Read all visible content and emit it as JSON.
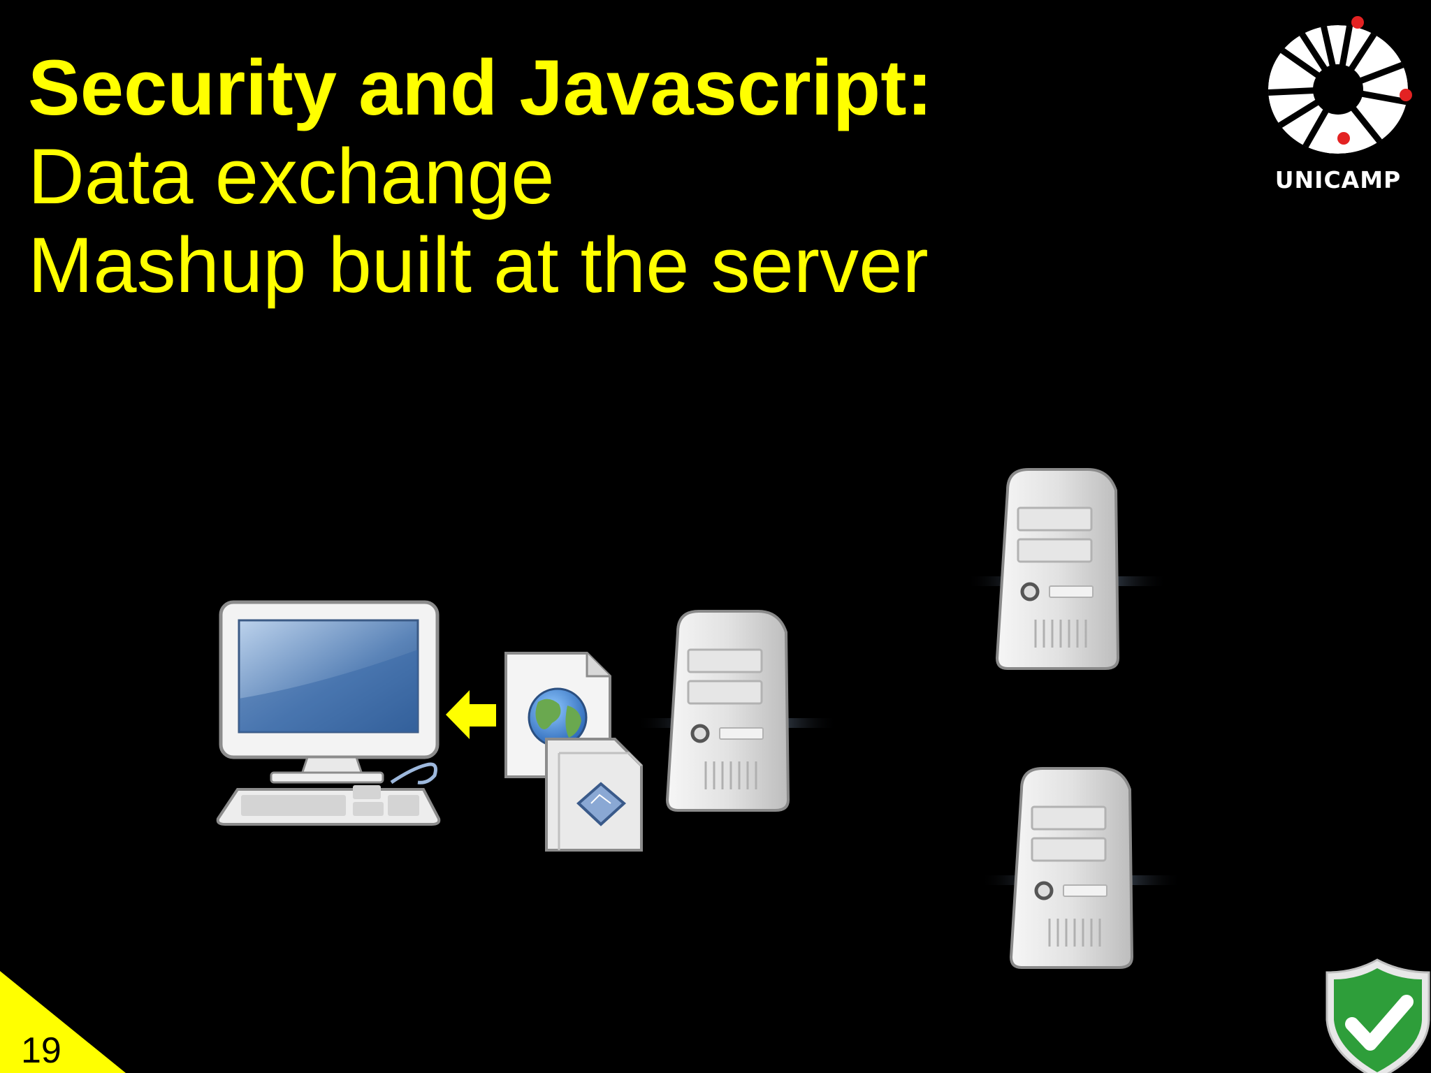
{
  "slide": {
    "title_bold": "Security and Javascript:",
    "subtitle_line1": "Data exchange",
    "subtitle_line2": "Mashup built at the server",
    "slide_number": "19"
  },
  "logo": {
    "text": "UNICAMP"
  },
  "colors": {
    "background": "#000000",
    "title": "#ffff00",
    "arrow": "#ffff00",
    "corner": "#ffff00",
    "logo": "#ffffff",
    "logo_dots": "#e32222",
    "shield": "#2e9e3a"
  },
  "diagram": {
    "nodes": [
      {
        "id": "client-computer",
        "icon": "computer-icon"
      },
      {
        "id": "web-page-document",
        "icon": "globe-document-icon"
      },
      {
        "id": "data-document",
        "icon": "document-icon"
      },
      {
        "id": "mashup-server",
        "icon": "server-icon"
      },
      {
        "id": "remote-server-1",
        "icon": "server-icon"
      },
      {
        "id": "remote-server-2",
        "icon": "server-icon"
      }
    ],
    "arrow": {
      "from": "mashup-server",
      "to": "client-computer",
      "icon": "left-arrow-icon"
    }
  },
  "badge": {
    "icon": "shield-check-icon"
  }
}
